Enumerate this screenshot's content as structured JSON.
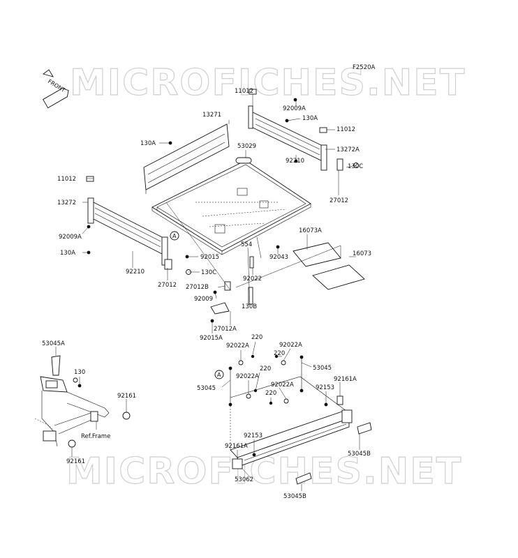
{
  "diagram_id": "F2520A",
  "watermark": "MICROFICHES.NET",
  "front_badge": "FRONT",
  "ref_frame_label": "Ref.Frame",
  "callout_a": "A",
  "labels": {
    "p11012_top": "11012",
    "p92009A_top": "92009A",
    "p13271": "13271",
    "p130A_right": "130A",
    "p11012_right": "11012",
    "p130A_left": "130A",
    "p53029": "53029",
    "p13272A": "13272A",
    "p130C_right": "130C",
    "p92210_right": "92210",
    "p27012_right": "27012",
    "p11012_left": "11012",
    "p13272": "13272",
    "p92009A_left": "92009A",
    "p130A_lower": "130A",
    "p92210_left": "92210",
    "p92015": "92015",
    "p554": "554",
    "p92043": "92043",
    "p16073A": "16073A",
    "p16073": "16073",
    "p130C_left": "130C",
    "p27012_left": "27012",
    "p27012B": "27012B",
    "p92022": "92022",
    "p92009": "92009",
    "p130B": "130B",
    "p27012A": "27012A",
    "p92015A": "92015A",
    "p53045A": "53045A",
    "p130": "130",
    "p92161_right": "92161",
    "p92161_left": "92161",
    "p220_top": "220",
    "p92022A_a": "92022A",
    "p92022A_b": "92022A",
    "p220_b": "220",
    "p53045_right": "53045",
    "p220_c": "220",
    "p92022A_c": "92022A",
    "p92022A_d": "92022A",
    "p53045_left": "53045",
    "p220_d": "220",
    "p92153_top": "92153",
    "p92161A_right": "92161A",
    "p92153_low": "92153",
    "p92161A_left": "92161A",
    "p53045B_right": "53045B",
    "p53062": "53062",
    "p53045B_low": "53045B"
  }
}
